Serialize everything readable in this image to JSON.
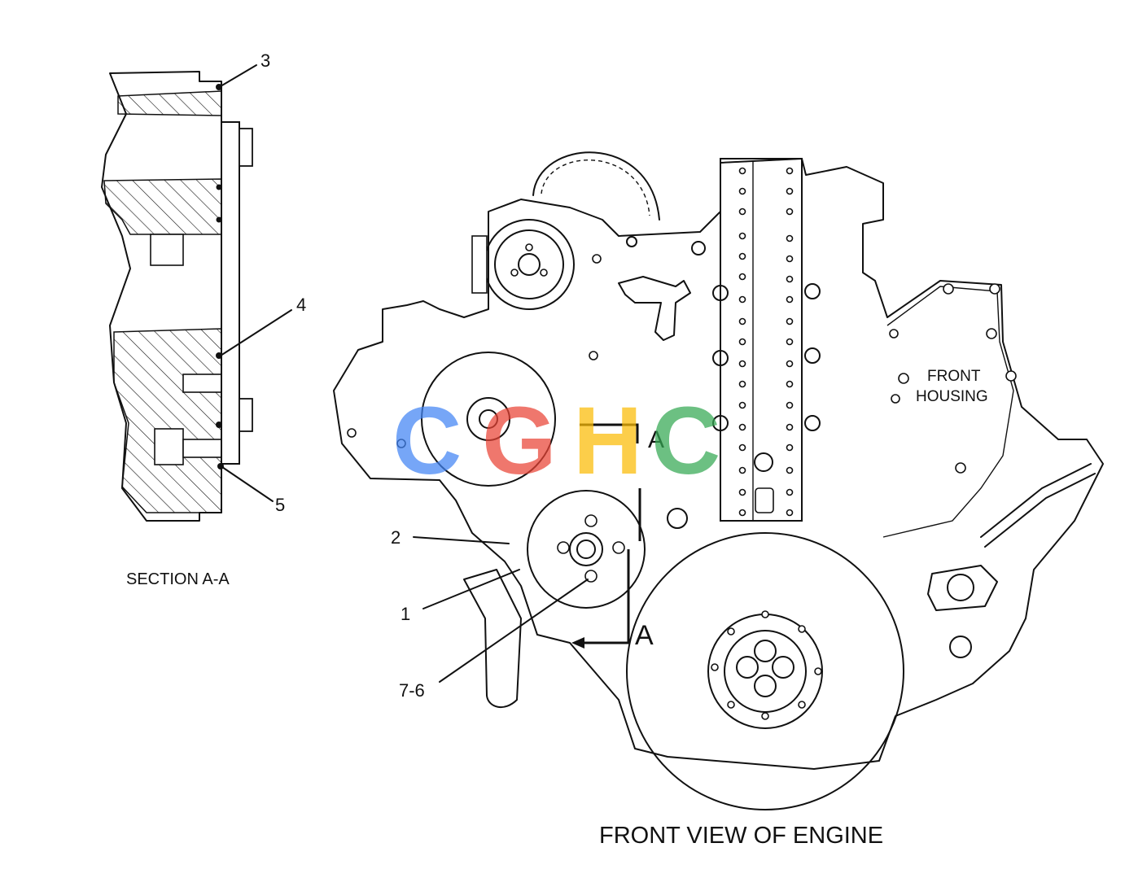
{
  "section_view": {
    "title": "SECTION A-A",
    "callouts": {
      "c3": "3",
      "c4": "4",
      "c5": "5"
    }
  },
  "front_view": {
    "title": "FRONT VIEW OF ENGINE",
    "housing_label_line1": "FRONT",
    "housing_label_line2": "HOUSING",
    "section_marker_top": "A",
    "section_marker_bottom": "A",
    "callouts": {
      "c1": "1",
      "c2": "2",
      "c76": "7-6"
    }
  },
  "watermark": {
    "letters": [
      "C",
      "G",
      "H",
      "C"
    ],
    "colors": [
      "#4285F4",
      "#EA4335",
      "#FBBC05",
      "#34A853"
    ]
  }
}
